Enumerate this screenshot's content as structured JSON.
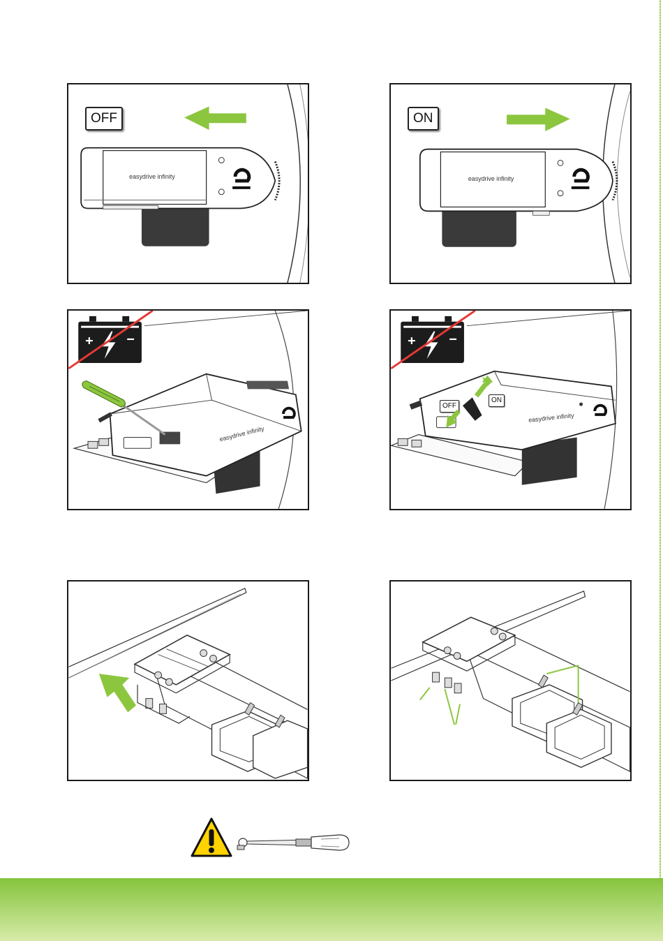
{
  "panels": {
    "p1": {
      "state_label": "OFF",
      "brand": "easydrive infinity"
    },
    "p2": {
      "state_label": "ON",
      "brand": "easydrive infinity"
    },
    "p3": {
      "brand": "easydrive infinity"
    },
    "p4": {
      "off_label": "OFF",
      "on_label": "ON",
      "brand": "easydrive infinity"
    }
  },
  "colors": {
    "accent_green": "#8cc63f",
    "battery_body": "#1c1c1c",
    "strike_red": "#e53935",
    "warning_yellow": "#ffd200",
    "panel_border": "#1a1a1a"
  },
  "icons": [
    "arrow-left-icon",
    "arrow-right-icon",
    "battery-icon",
    "screwdriver-icon",
    "warning-icon",
    "torque-wrench-icon"
  ]
}
